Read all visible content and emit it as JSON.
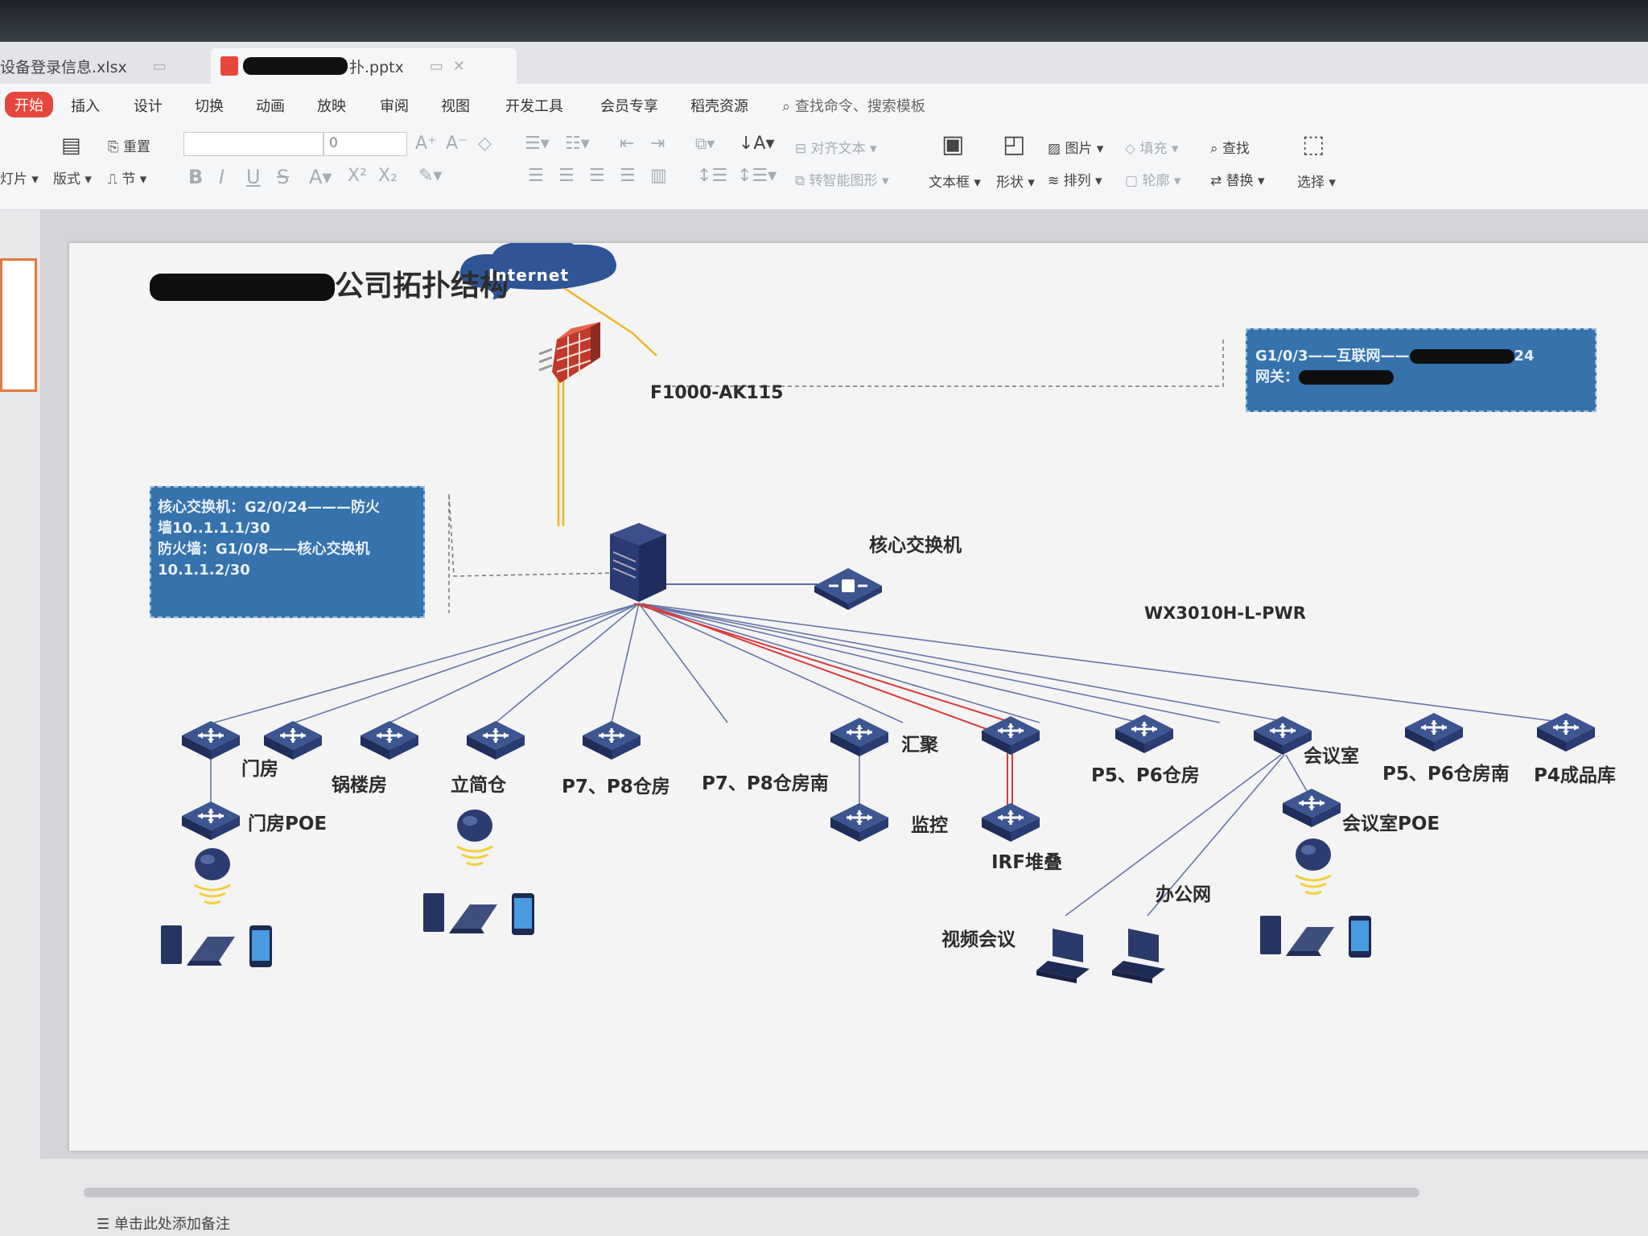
{
  "tabs": [
    {
      "label": "设备登录信息.xlsx",
      "active": false
    },
    {
      "label": "扑.pptx",
      "active": true
    }
  ],
  "menu": [
    "开始",
    "插入",
    "设计",
    "切换",
    "动画",
    "放映",
    "审阅",
    "视图",
    "开发工具",
    "会员专享",
    "稻壳资源"
  ],
  "search_placeholder": "查找命令、搜索模板",
  "ribbon": {
    "new_slide": "灯片",
    "layout": "版式",
    "reset": "重置",
    "section": "节",
    "font_size": "0",
    "align_text": "对齐文本",
    "smart_art": "转智能图形",
    "textbox": "文本框",
    "shape": "形状",
    "picture": "图片",
    "arrange": "排列",
    "fill": "填充",
    "outline": "轮廓",
    "find": "查找",
    "replace": "替换",
    "select": "选择"
  },
  "slide": {
    "title_suffix": "公司拓扑结构",
    "internet": "Internet",
    "firewall": "F1000-AK115",
    "core": "核心交换机",
    "ac": "WX3010H-L-PWR",
    "info_left": [
      "核心交换机：G2/0/24———防火",
      "墙10..1.1.1/30",
      "防火墙：G1/0/8——核心交换机",
      "10.1.1.2/30"
    ],
    "info_right": [
      "G1/0/3——互联网——",
      "24",
      "网关："
    ],
    "nodes": {
      "menfang": "门房",
      "menfang_poe": "门房POE",
      "guolufang": "锅楼房",
      "lijiancang": "立简仓",
      "p78": "P7、P8仓房",
      "p78s": "P7、P8仓房南",
      "huiju": "汇聚",
      "jiankong": "监控",
      "irf": "IRF堆叠",
      "p56": "P5、P6仓房",
      "huiyishi": "会议室",
      "huiyishi_poe": "会议室POE",
      "p56s": "P5、P6仓房南",
      "p4": "P4成品库",
      "bangong": "办公网",
      "shipin": "视频会议"
    }
  },
  "notes": "单击此处添加备注",
  "colors": {
    "accent": "#e5473c",
    "infobox": "#3672ac",
    "cloud": "#2f5597",
    "switch": "#2e3f7a",
    "uplink": "#f0b429",
    "redlink": "#d93a3a"
  }
}
